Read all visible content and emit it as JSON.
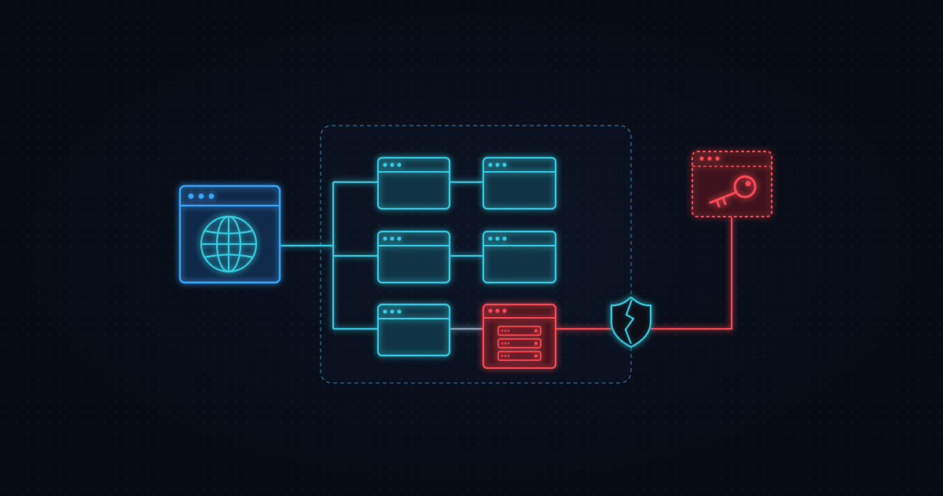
{
  "theme": {
    "background": "#070b14",
    "client_blue": "#3aa8ff",
    "service_cyan": "#35d0e6",
    "compromised_red": "#ff4a55",
    "boundary_blue": "#3b7fb8"
  },
  "nodes": {
    "client": {
      "icon": "globe-icon",
      "status": "normal"
    },
    "services": [
      {
        "id": "service-a1",
        "icon": "window-icon",
        "status": "normal"
      },
      {
        "id": "service-a2",
        "icon": "window-icon",
        "status": "normal"
      },
      {
        "id": "service-b1",
        "icon": "window-icon",
        "status": "normal"
      },
      {
        "id": "service-b2",
        "icon": "window-icon",
        "status": "normal"
      },
      {
        "id": "service-c1",
        "icon": "window-icon",
        "status": "normal"
      },
      {
        "id": "service-c2",
        "icon": "server-icon",
        "status": "compromised"
      }
    ],
    "secret_store": {
      "icon": "key-icon",
      "status": "compromised"
    },
    "shield": {
      "icon": "broken-shield-icon",
      "status": "breached"
    }
  }
}
